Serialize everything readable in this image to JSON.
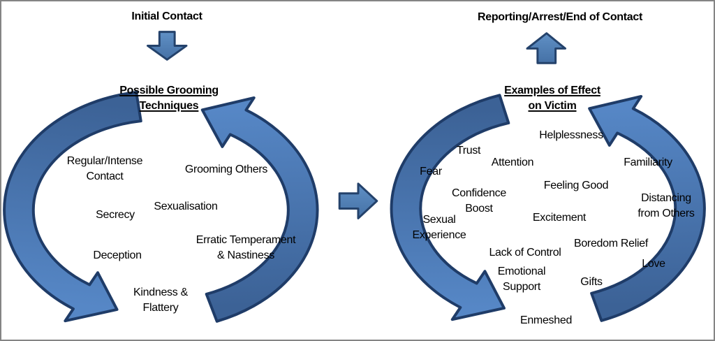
{
  "diagram": {
    "left": {
      "entry_label": "Initial Contact",
      "title": "Possible Grooming\nTechniques",
      "items": [
        {
          "label": "Regular/Intense\nContact"
        },
        {
          "label": "Grooming Others"
        },
        {
          "label": "Secrecy"
        },
        {
          "label": "Sexualisation"
        },
        {
          "label": "Deception"
        },
        {
          "label": "Erratic Temperament\n& Nastiness"
        },
        {
          "label": "Kindness &\nFlattery"
        }
      ]
    },
    "right": {
      "exit_label": "Reporting/Arrest/End of Contact",
      "title": "Examples of Effect\non Victim",
      "items": [
        {
          "label": "Helplessness"
        },
        {
          "label": "Trust"
        },
        {
          "label": "Attention"
        },
        {
          "label": "Fear"
        },
        {
          "label": "Familiarity"
        },
        {
          "label": "Confidence\nBoost"
        },
        {
          "label": "Feeling Good"
        },
        {
          "label": "Distancing\nfrom Others"
        },
        {
          "label": "Excitement"
        },
        {
          "label": "Sexual\nExperience"
        },
        {
          "label": "Boredom Relief"
        },
        {
          "label": "Lack of Control"
        },
        {
          "label": "Love"
        },
        {
          "label": "Emotional\nSupport"
        },
        {
          "label": "Gifts"
        },
        {
          "label": "Enmeshed"
        }
      ]
    }
  },
  "colors": {
    "cycle_arrow_dark": "#3C6296",
    "cycle_arrow_light": "#5687C6",
    "cycle_arrow_outline": "#1F3C68",
    "block_arrow_top": "#6090C5",
    "block_arrow_bottom": "#4571A6",
    "block_arrow_outline": "#24426B",
    "text": "#000000",
    "border": "#848484",
    "background": "#FFFFFF"
  }
}
